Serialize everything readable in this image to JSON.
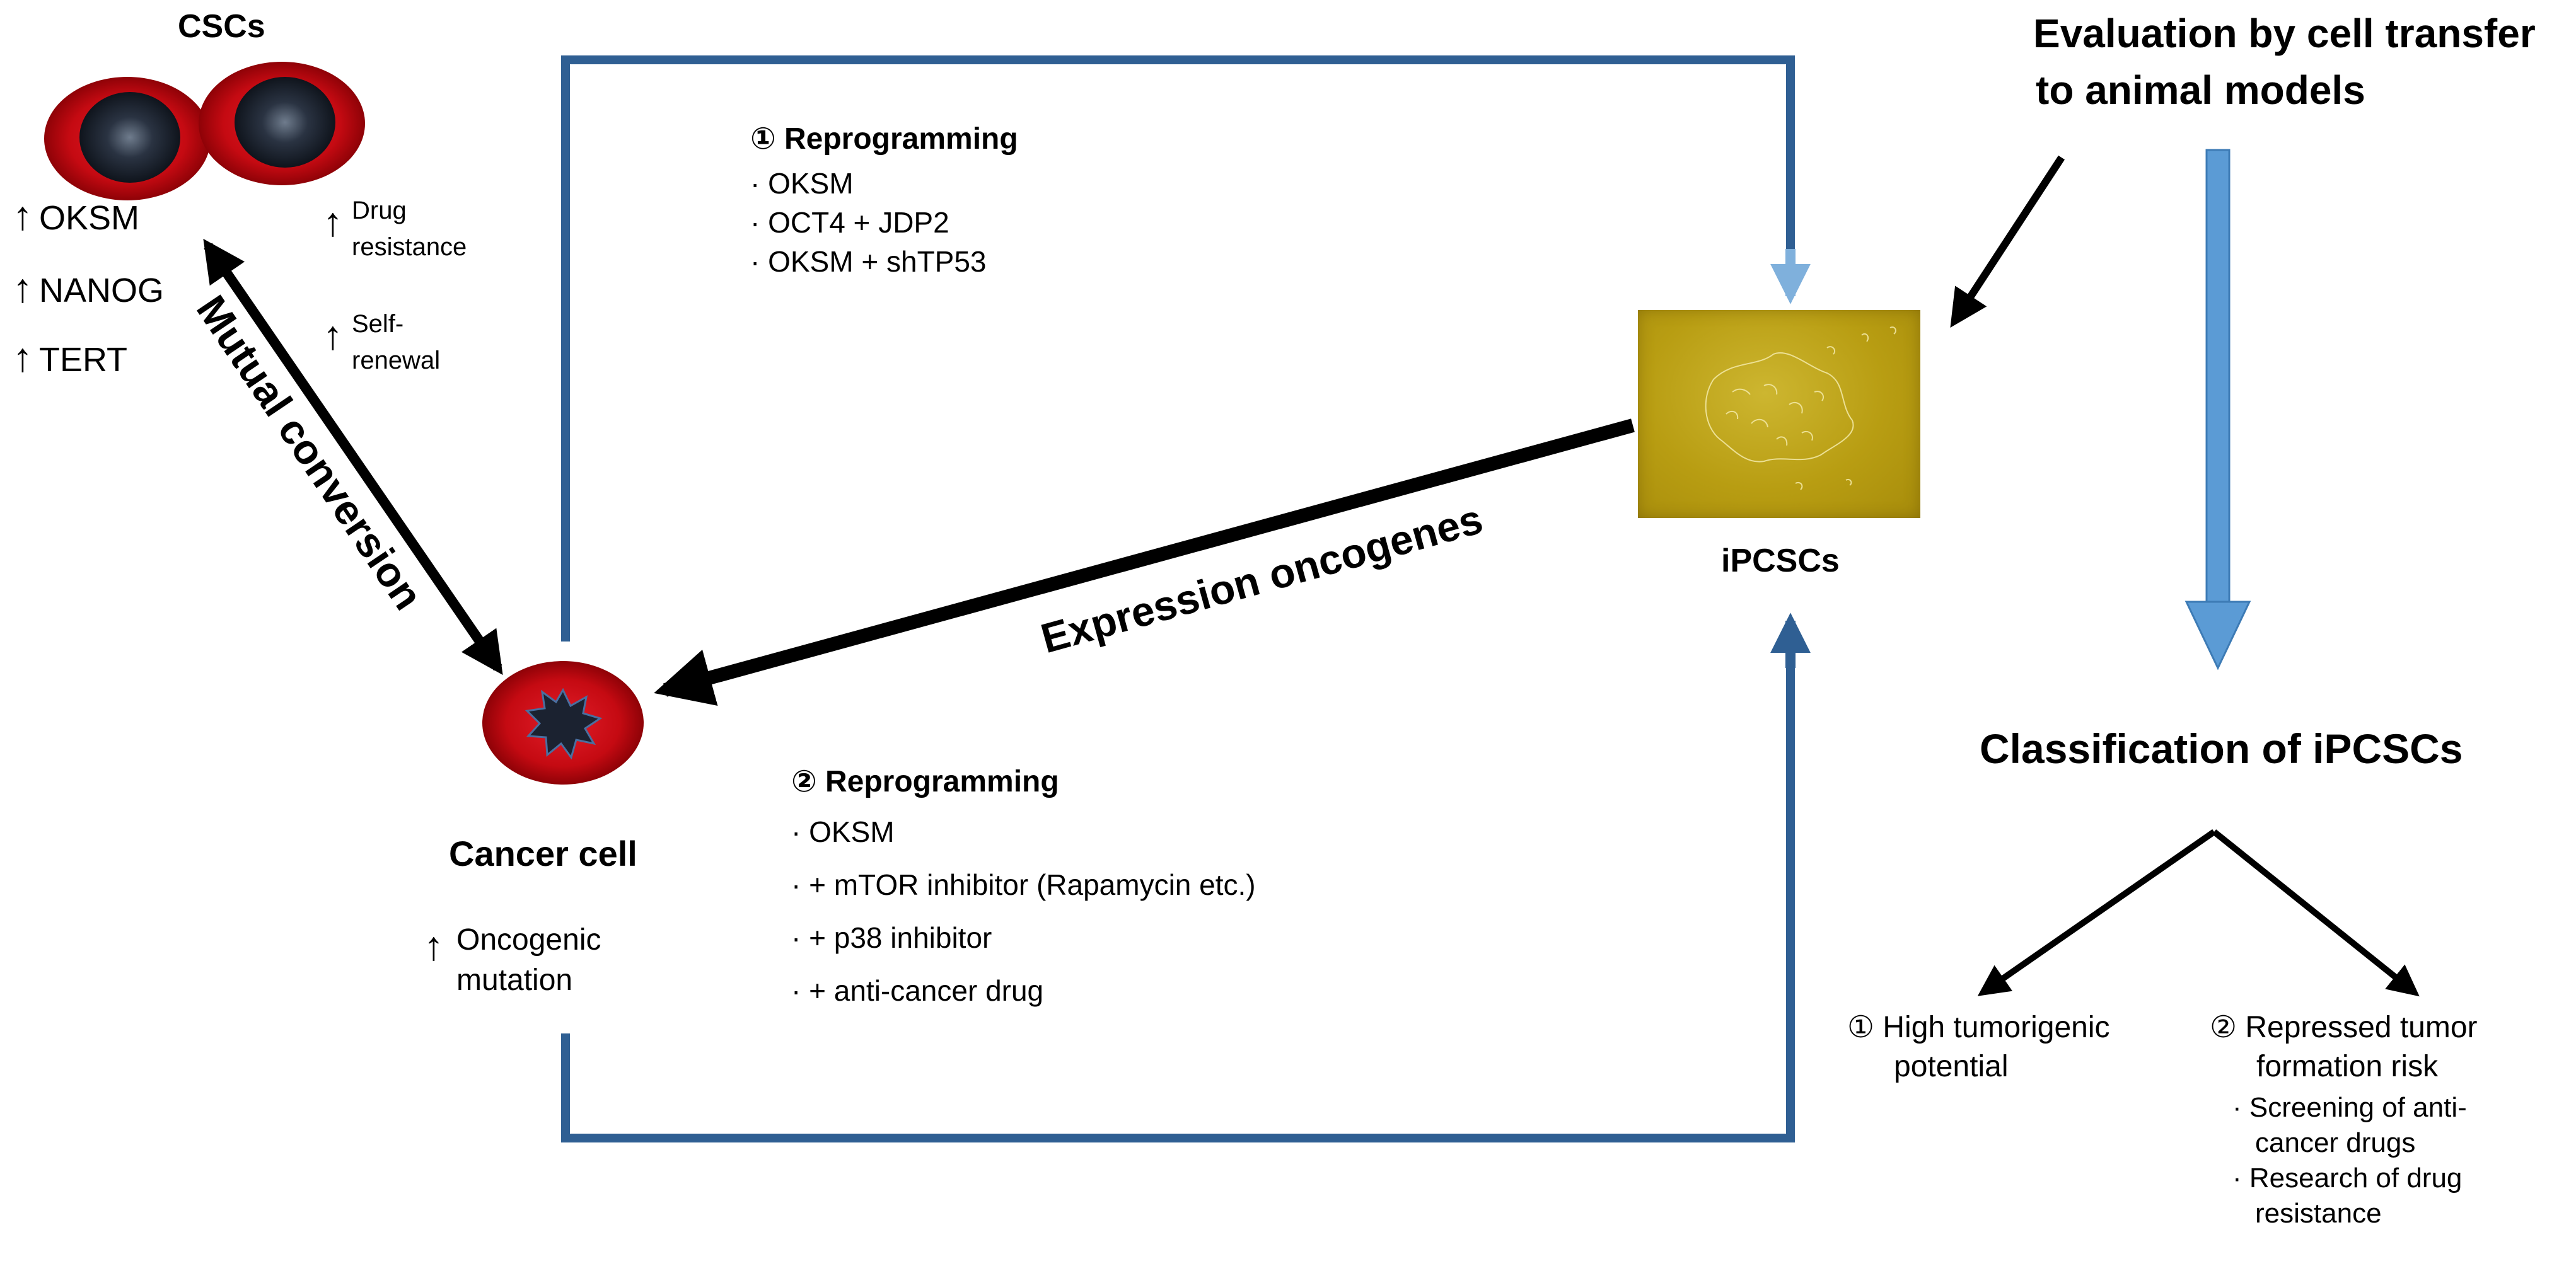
{
  "csc": {
    "title": "CSCs",
    "markers": [
      "OKSM",
      "NANOG",
      "TERT"
    ],
    "props": [
      {
        "line1": "Drug",
        "line2": "resistance"
      },
      {
        "line1": "Self-",
        "line2": "renewal"
      }
    ]
  },
  "cancer_cell": {
    "title": "Cancer cell",
    "note_line1": "Oncogenic",
    "note_line2": "mutation"
  },
  "mutual_conversion": "Mutual conversion",
  "expression_oncogenes": "Expression oncogenes",
  "reprog1": {
    "title": "① Reprogramming",
    "items": [
      "· OKSM",
      "· OCT4 + JDP2",
      "· OKSM + shTP53"
    ]
  },
  "reprog2": {
    "title": "② Reprogramming",
    "items": [
      "· OKSM",
      "· + mTOR inhibitor (Rapamycin etc.)",
      "· + p38 inhibitor",
      "· + anti-cancer drug"
    ]
  },
  "ipcscs": {
    "label": "iPCSCs"
  },
  "evaluation": {
    "line1": "Evaluation by cell transfer",
    "line2": "to animal models"
  },
  "classification": {
    "title": "Classification of iPCSCs",
    "left": {
      "line1": "① High tumorigenic",
      "line2": "potential"
    },
    "right": {
      "line1": "② Repressed tumor",
      "line2": "formation risk",
      "sub": [
        "· Screening of anti-",
        "cancer drugs",
        "· Research of drug",
        "resistance"
      ]
    }
  },
  "colors": {
    "loop_blue": "#2f5f93",
    "light_blue": "#5b9bd5",
    "cell_red": "#c0090f",
    "nucleus_dark": "#1b2230"
  }
}
